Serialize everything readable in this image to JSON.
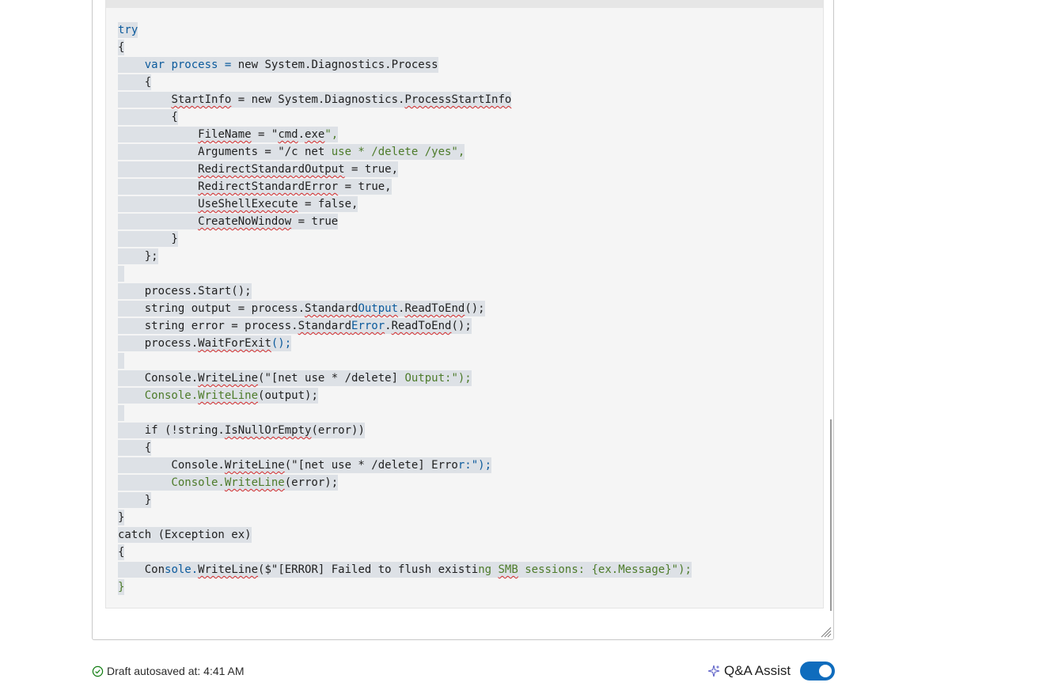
{
  "editor": {
    "code_lines": [
      [
        {
          "t": "try",
          "c": "kw"
        }
      ],
      [
        {
          "t": "{"
        }
      ],
      [
        {
          "t": "    var ",
          "c": "kw"
        },
        {
          "t": "process = ",
          "c": "kw"
        },
        {
          "t": "new System.Diagnostics.Process"
        }
      ],
      [
        {
          "t": "    {"
        }
      ],
      [
        {
          "t": "        "
        },
        {
          "t": "StartInfo",
          "e": true
        },
        {
          "t": " = new System.Diagnostics."
        },
        {
          "t": "ProcessStartInfo",
          "e": true
        }
      ],
      [
        {
          "t": "        {"
        }
      ],
      [
        {
          "t": "            "
        },
        {
          "t": "FileName",
          "e": true
        },
        {
          "t": " = \""
        },
        {
          "t": "cmd",
          "e": true
        },
        {
          "t": "."
        },
        {
          "t": "exe",
          "e": true
        },
        {
          "t": "\",",
          "c": "str"
        }
      ],
      [
        {
          "t": "            Arguments = \"/c net "
        },
        {
          "t": "use * /delete /yes\",",
          "c": "str"
        }
      ],
      [
        {
          "t": "            "
        },
        {
          "t": "RedirectStandardOutput",
          "e": true
        },
        {
          "t": " = true,"
        }
      ],
      [
        {
          "t": "            "
        },
        {
          "t": "RedirectStandardError",
          "e": true
        },
        {
          "t": " = true,"
        }
      ],
      [
        {
          "t": "            "
        },
        {
          "t": "UseShellExecute",
          "e": true
        },
        {
          "t": " = false,"
        }
      ],
      [
        {
          "t": "            "
        },
        {
          "t": "CreateNoWindow",
          "e": true
        },
        {
          "t": " = true"
        }
      ],
      [
        {
          "t": "        }"
        }
      ],
      [
        {
          "t": "    };"
        }
      ],
      [
        {
          "t": " "
        }
      ],
      [
        {
          "t": "    process.Start();"
        }
      ],
      [
        {
          "t": "    string output = process."
        },
        {
          "t": "Standard",
          "e": true
        },
        {
          "t": "Output",
          "c": "kw",
          "e": true
        },
        {
          "t": "."
        },
        {
          "t": "ReadToEnd",
          "e": true
        },
        {
          "t": "();"
        }
      ],
      [
        {
          "t": "    string error = process."
        },
        {
          "t": "Standard",
          "e": true
        },
        {
          "t": "Error",
          "c": "kw",
          "e": true
        },
        {
          "t": "."
        },
        {
          "t": "ReadToEnd",
          "e": true
        },
        {
          "t": "();"
        }
      ],
      [
        {
          "t": "    process."
        },
        {
          "t": "WaitForExit",
          "e": true
        },
        {
          "t": "();",
          "c": "kw"
        }
      ],
      [
        {
          "t": " "
        }
      ],
      [
        {
          "t": "    Console."
        },
        {
          "t": "WriteLine",
          "e": true
        },
        {
          "t": "(\"[net use * /delete] "
        },
        {
          "t": "Output:\");",
          "c": "str"
        }
      ],
      [
        {
          "t": "    Console.",
          "c": "str"
        },
        {
          "t": "WriteLine",
          "c": "str",
          "e": true
        },
        {
          "t": "(output);"
        }
      ],
      [
        {
          "t": " "
        }
      ],
      [
        {
          "t": "    if (!string."
        },
        {
          "t": "IsNullOrEmpty",
          "e": true
        },
        {
          "t": "(error))"
        }
      ],
      [
        {
          "t": "    {"
        }
      ],
      [
        {
          "t": "        Console."
        },
        {
          "t": "WriteLine",
          "e": true
        },
        {
          "t": "(\"[net use * /delete] Erro"
        },
        {
          "t": "r:\");",
          "c": "kw"
        }
      ],
      [
        {
          "t": "        Console.",
          "c": "str"
        },
        {
          "t": "WriteLine",
          "c": "str",
          "e": true
        },
        {
          "t": "(error);"
        }
      ],
      [
        {
          "t": "    }"
        }
      ],
      [
        {
          "t": "}"
        }
      ],
      [
        {
          "t": "catch (Exception ex)"
        }
      ],
      [
        {
          "t": "{"
        }
      ],
      [
        {
          "t": "    Con"
        },
        {
          "t": "sole.",
          "c": "kw"
        },
        {
          "t": "WriteLine",
          "e": true
        },
        {
          "t": "($\"[ERROR] Failed to flush existi"
        },
        {
          "t": "ng ",
          "c": "str"
        },
        {
          "t": "SMB",
          "c": "str",
          "e": true
        },
        {
          "t": " sessions: {ex.Message}\");",
          "c": "str"
        }
      ],
      [
        {
          "t": "}",
          "c": "str"
        }
      ]
    ]
  },
  "footer": {
    "autosave_text": "Draft autosaved at: 4:41 AM",
    "qa_assist_label": "Q&A Assist",
    "qa_assist_enabled": true
  },
  "icons": {
    "autosave": "check-circle-icon",
    "qa_assist": "sparkle-icon"
  },
  "colors": {
    "toggle_on": "#0f6cbd",
    "keyword": "#0b5a9c",
    "string": "#4d7b2a",
    "spell_error": "#d42b2b",
    "selection": "#dde1e6"
  }
}
